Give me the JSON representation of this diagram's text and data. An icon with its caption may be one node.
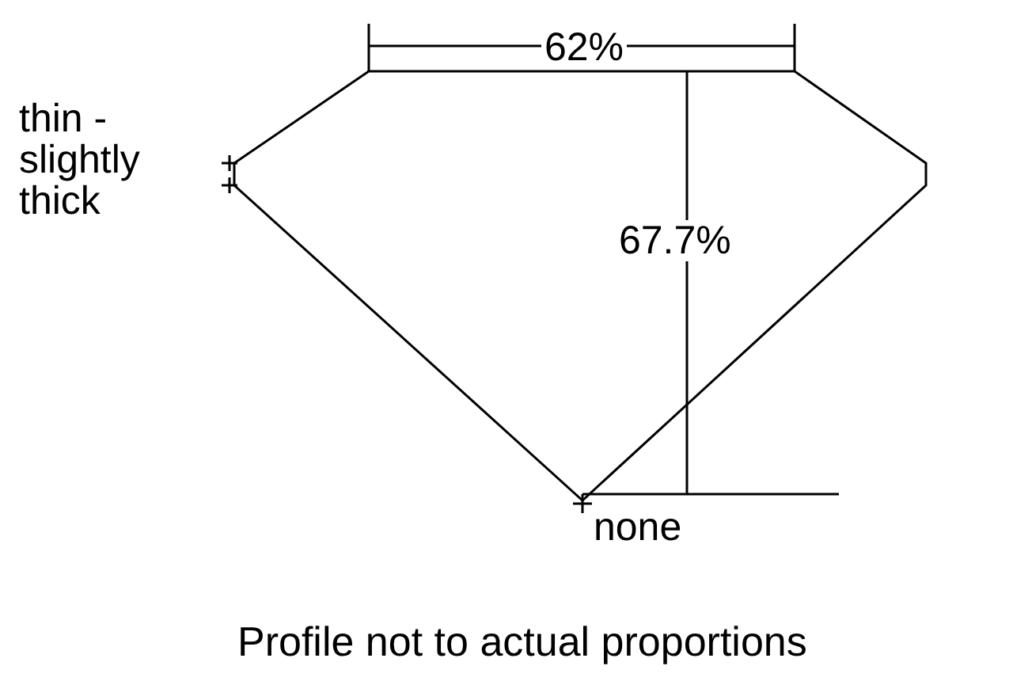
{
  "diagram": {
    "caption": "Profile not to actual proportions",
    "labels": [
      "62%",
      "thin - slightly thick",
      "67.7%",
      "none"
    ]
  }
}
